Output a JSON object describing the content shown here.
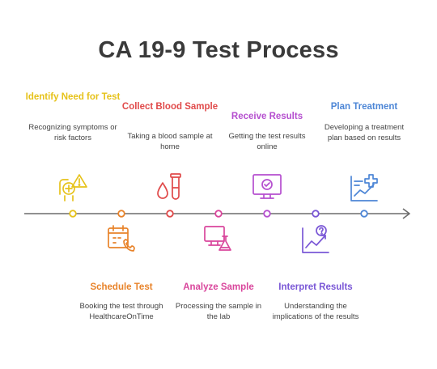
{
  "title": "CA 19-9 Test Process",
  "steps": [
    {
      "title": "Identify Need for Test",
      "desc": "Recognizing symptoms or risk factors",
      "color": "#e6c21a",
      "icon": "health-warning-icon"
    },
    {
      "title": "Schedule Test",
      "desc": "Booking the test through HealthcareOnTime",
      "color": "#e8832a",
      "icon": "calendar-phone-icon"
    },
    {
      "title": "Collect Blood Sample",
      "desc": "Taking a blood sample at home",
      "color": "#e04a4a",
      "icon": "blood-tube-icon"
    },
    {
      "title": "Analyze Sample",
      "desc": "Processing the sample in the lab",
      "color": "#d9469c",
      "icon": "lab-monitor-icon"
    },
    {
      "title": "Receive Results",
      "desc": "Getting the test results online",
      "color": "#b54fcf",
      "icon": "monitor-check-icon"
    },
    {
      "title": "Interpret Results",
      "desc": "Understanding the implications of the results",
      "color": "#7a57d6",
      "icon": "chart-question-icon"
    },
    {
      "title": "Plan Treatment",
      "desc": "Developing a treatment plan based on results",
      "color": "#4d86d6",
      "icon": "plan-chart-icon"
    }
  ]
}
